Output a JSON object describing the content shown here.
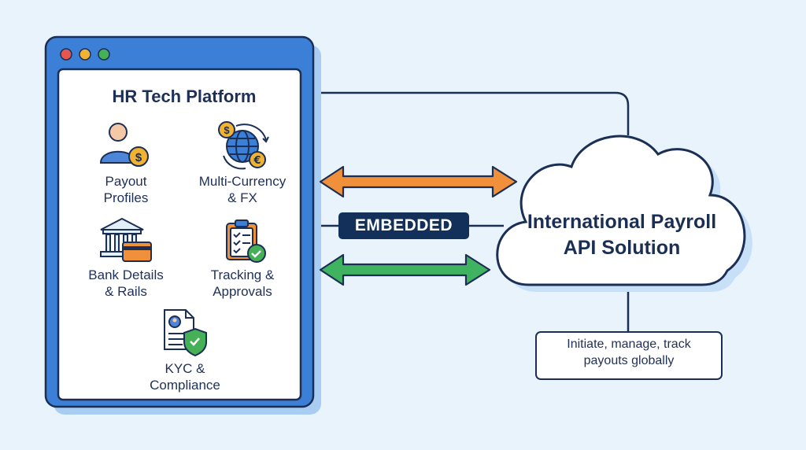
{
  "platform": {
    "title": "HR Tech Platform",
    "window_dots": [
      "#e4574f",
      "#f2b233",
      "#46b056"
    ],
    "features": [
      {
        "label": "Payout\nProfiles",
        "icon": "user-dollar-icon"
      },
      {
        "label": "Multi-Currency\n& FX",
        "icon": "globe-currency-icon"
      },
      {
        "label": "Bank Details\n& Rails",
        "icon": "bank-card-icon"
      },
      {
        "label": "Tracking &\nApprovals",
        "icon": "clipboard-check-icon"
      },
      {
        "label": "KYC &\nCompliance",
        "icon": "id-shield-icon"
      }
    ]
  },
  "connector": {
    "label": "EMBEDDED",
    "arrow_top_color": "#f0903a",
    "arrow_bottom_color": "#3fb35f"
  },
  "cloud": {
    "title": "International Payroll\nAPI Solution"
  },
  "note": {
    "text": "Initiate, manage, track\npayouts globally"
  },
  "colors": {
    "background": "#e9f3fc",
    "window_frame": "#3b7fd6",
    "outline": "#1b2f55",
    "embedded_badge": "#12305a"
  }
}
